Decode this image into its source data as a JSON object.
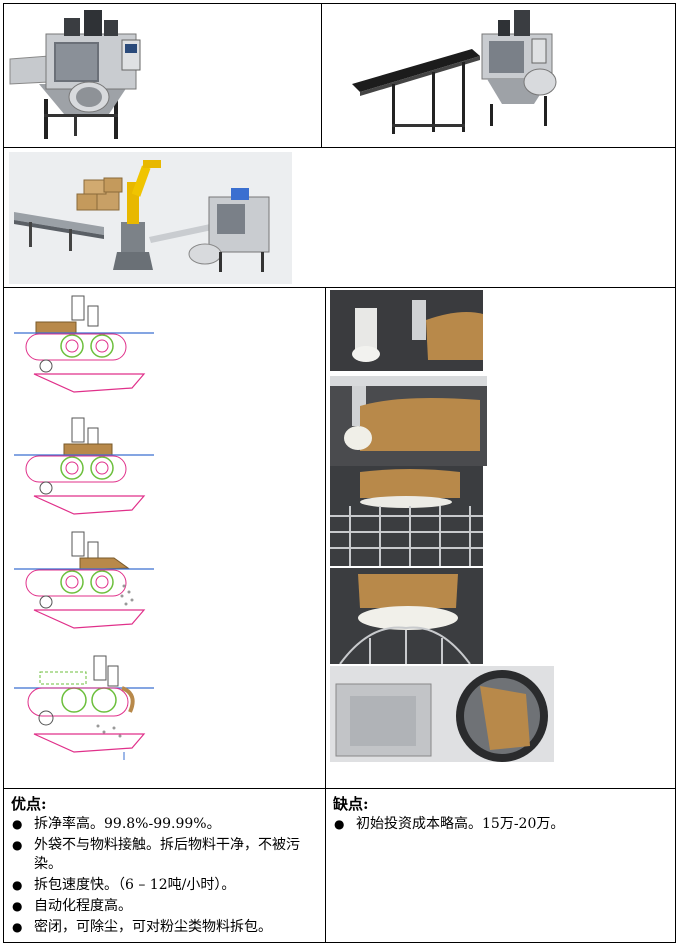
{
  "advantages": {
    "heading": "优点:",
    "items": [
      "拆净率高。99.8%-99.99%。",
      "外袋不与物料接触。拆后物料干净，不被污染。",
      "拆包速度快。（6  –  12吨/小时）。",
      "自动化程度高。",
      "密闭，可除尘，可对粉尘类物料拆包。"
    ]
  },
  "disadvantages": {
    "heading": "缺点:",
    "items": [
      "初始投资成本略高。15万-20万。"
    ]
  },
  "colors": {
    "machine_steel": "#b9bcc0",
    "conveyor_black": "#1c1c1c",
    "robot_yellow": "#e8b800",
    "carton_brown": "#c49a5c",
    "schematic_magenta": "#e0308a",
    "schematic_green": "#6cbf3c",
    "schematic_blue": "#3a6fd0",
    "bag_kraft": "#b8894a"
  },
  "figures": [
    {
      "id": "fig-machine-front",
      "icon": "bag-slitting-machine-render"
    },
    {
      "id": "fig-machine-conveyor",
      "icon": "machine-with-belt-conveyor-render"
    },
    {
      "id": "fig-robot-line",
      "icon": "robot-palletizing-line-render"
    },
    {
      "id": "fig-schematics",
      "icon": "bag-cutting-process-schematics"
    },
    {
      "id": "fig-photos",
      "icon": "bag-cutting-process-photos"
    }
  ]
}
